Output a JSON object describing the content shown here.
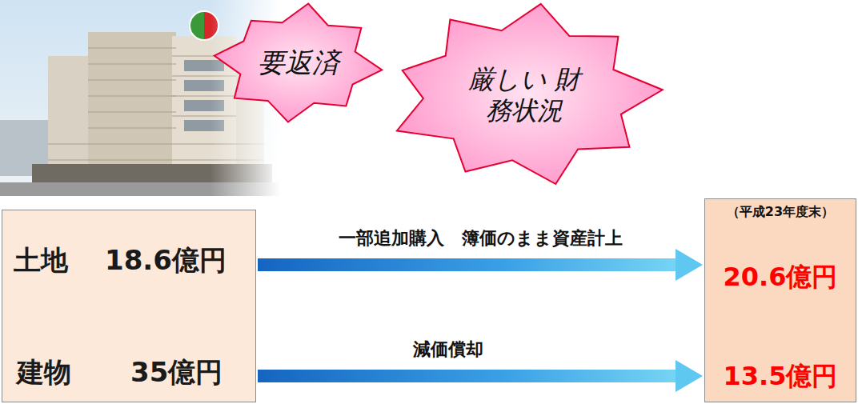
{
  "diagram": {
    "nodes": [
      {
        "text": [
          "要返済"
        ]
      },
      {
        "text": [
          "厳しい 財務状況"
        ]
      },
      {
        "text": [
          "土地",
          "18.6億円",
          "建物",
          "35億円"
        ]
      },
      {
        "text": [
          "（平成23年度末）",
          "20.6億円",
          "13.5億円"
        ]
      }
    ],
    "edges": [
      {
        "from": 2,
        "to": 3,
        "arrow": "to",
        "label": "一部追加購入　簿価のまま資産計上"
      },
      {
        "from": 2,
        "to": 3,
        "arrow": "to",
        "label": "減価償却"
      }
    ]
  }
}
